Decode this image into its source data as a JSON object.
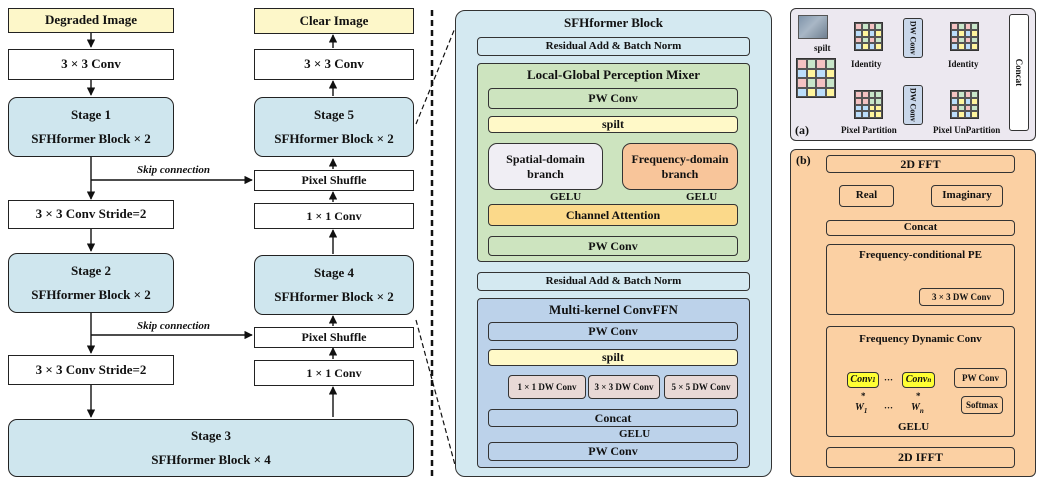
{
  "left": {
    "degraded_image": "Degraded Image",
    "conv_in": "3 × 3 Conv",
    "stage1_title": "Stage 1",
    "stage1_sub": "SFHformer Block × 2",
    "skip1": "Skip connection",
    "down1": "3 × 3 Conv  Stride=2",
    "stage2_title": "Stage 2",
    "stage2_sub": "SFHformer Block × 2",
    "skip2": "Skip connection",
    "down2": "3 × 3 Conv  Stride=2",
    "stage3_title": "Stage 3",
    "stage3_sub": "SFHformer Block × 4",
    "clear_image": "Clear Image",
    "conv_out": "3 × 3 Conv",
    "stage5_title": "Stage 5",
    "stage5_sub": "SFHformer Block × 2",
    "shuffle1": "Pixel Shuffle",
    "conv1x1_a": "1 × 1 Conv",
    "stage4_title": "Stage 4",
    "stage4_sub": "SFHformer Block × 2",
    "shuffle2": "Pixel Shuffle",
    "conv1x1_b": "1 × 1 Conv"
  },
  "block": {
    "title": "SFHformer Block",
    "res1": "Residual Add  &  Batch Norm",
    "lgpm_title": "Local-Global Perception Mixer",
    "pw1": "PW Conv",
    "spilt1": "spilt",
    "spatial": "Spatial-domain branch",
    "frequency": "Frequency-domain branch",
    "gelu_a": "GELU",
    "gelu_b": "GELU",
    "channel_attention": "Channel Attention",
    "pw2": "PW Conv",
    "res2": "Residual Add  &  Batch Norm",
    "ffn_title": "Multi-kernel ConvFFN",
    "pw3": "PW Conv",
    "spilt2": "spilt",
    "dw1": "1 × 1 DW Conv",
    "dw3": "3 × 3 DW Conv",
    "dw5": "5 × 5 DW Conv",
    "concat": "Concat",
    "gelu_c": "GELU",
    "pw4": "PW Conv"
  },
  "panel_a": {
    "label": "(a)",
    "spilt": "spilt",
    "identity1": "Identity",
    "dwconv1": "DW Conv",
    "identity2": "Identity",
    "concat": "Concat",
    "partition": "Pixel Partition",
    "dwconv2": "DW Conv",
    "unpartition": "Pixel UnPartition"
  },
  "panel_b": {
    "label": "(b)",
    "fft": "2D   FFT",
    "real": "Real",
    "imag": "Imaginary",
    "concat": "Concat",
    "fcpe": "Frequency-conditional PE",
    "dw33": "3 × 3 DW Conv",
    "fdc": "Frequency Dynamic Conv",
    "conv1": "Conv",
    "conv1_sub": "1",
    "dots": "···",
    "convn": "Conv",
    "convn_sub": "n",
    "star1": "*",
    "star2": "*",
    "w1": "W",
    "w1_sub": "1",
    "wn": "W",
    "wn_sub": "n",
    "pw": "PW Conv",
    "softmax": "Softmax",
    "gelu": "GELU",
    "ifft": "2D   IFFT"
  },
  "colors": {
    "yellow": "#fdf7c9",
    "stage_blue": "#cfe6ee",
    "block_bg": "#d4e9f1",
    "green": "#cde4bf",
    "spilt_yellow": "#fff9c8",
    "spatial": "#f0eef4",
    "frequency": "#f8c59a",
    "channel_att": "#fbd98a",
    "ffn_bg": "#bcd2ea",
    "orange_bg": "#fbd0a3",
    "panel_a_bg": "#ece8f0",
    "conv_hl": "#ffff33"
  }
}
